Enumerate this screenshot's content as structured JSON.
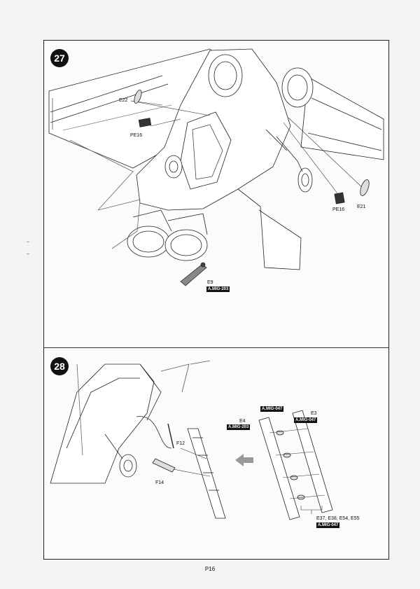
{
  "steps": [
    {
      "number": "27",
      "parts": {
        "e22": "E22",
        "pe16_left": "PE16",
        "pe16_right": "PE16",
        "e21": "E21",
        "e9": "E9"
      },
      "paint": {
        "e9": "A.MIG-203"
      }
    },
    {
      "number": "28",
      "parts": {
        "e3": "E3",
        "e4": "E4",
        "f12": "F12",
        "f14": "F14",
        "group": "E37, E38, E54, E55"
      },
      "paint": {
        "e4_top": "A.MIG-047",
        "e3": "A.MIG-047",
        "e4": "A.MIG-203",
        "group": "A.MIG-047"
      }
    }
  ],
  "footer": {
    "page": "P16"
  }
}
